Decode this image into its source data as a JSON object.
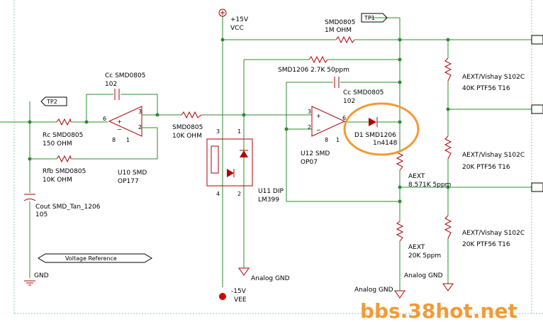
{
  "power": {
    "vcc_value": "+15V",
    "vcc_name": "VCC",
    "vee_value": "-15V",
    "vee_name": "VEE"
  },
  "testpoints": {
    "tp1": "TP1",
    "tp2": "TP2"
  },
  "components": {
    "r_top_pkg": "SMD0805",
    "r_top_val": "1M OHM",
    "r_27k": "SMD1206 2.7K 50ppm",
    "cc_left_pkg": "Cc SMD0805",
    "cc_left_val": "102",
    "cc_mid_pkg": "Cc SMD0805",
    "cc_mid_val": "102",
    "rc_pkg": "Rc SMD0805",
    "rc_val": "150 OHM",
    "rfb_pkg": "Rfb SMD0805",
    "rfb_val": "10K OHM",
    "u10_name": "U10 SMD",
    "u10_part": "OP177",
    "r10k_pkg": "SMD0805",
    "r10k_val": "10K OHM",
    "cout_name": "Cout SMD_Tan_1206",
    "cout_val": "105",
    "vref_label": "Voltage Reference",
    "u11_name": "U11 DIP",
    "u11_part": "LM399",
    "u12_name": "U12 SMD",
    "u12_part": "OP07",
    "d1_name": "D1 SMD1206",
    "d1_part": "1n4148",
    "aext1_name": "AEXT",
    "aext1_val": "8.571K 5ppm",
    "aext2_name": "AEXT",
    "aext2_val": "20K 5ppm",
    "vish1_name": "AEXT/Vishay S102C",
    "vish1_val": "40K PTF56 T16",
    "vish2_name": "AEXT/Vishay S102C",
    "vish2_val": "20K PTF56 T16",
    "vish3_name": "AEXT/Vishay S102C",
    "vish3_val": "20K PTF56 T16"
  },
  "grounds": {
    "gnd_left": "GND",
    "agnd1": "Analog GND",
    "agnd2": "Analog GND",
    "agnd3": "Analog GND"
  },
  "pins": {
    "u10_6": "6",
    "u10_3": "3",
    "u10_2": "2",
    "u10_8": "8",
    "u10_1": "1",
    "u12_3": "3",
    "u12_2": "2",
    "u12_6": "6",
    "u12_8": "8",
    "u12_1": "1",
    "u11_3": "3",
    "u11_1": "1",
    "u11_4": "4",
    "u11_2": "2"
  },
  "watermark": "bbs.38hot.net",
  "colors": {
    "wire": "#2e8b2e",
    "part": "#b00000",
    "highlight": "#f39a37",
    "frame": "#9cc4c4"
  }
}
